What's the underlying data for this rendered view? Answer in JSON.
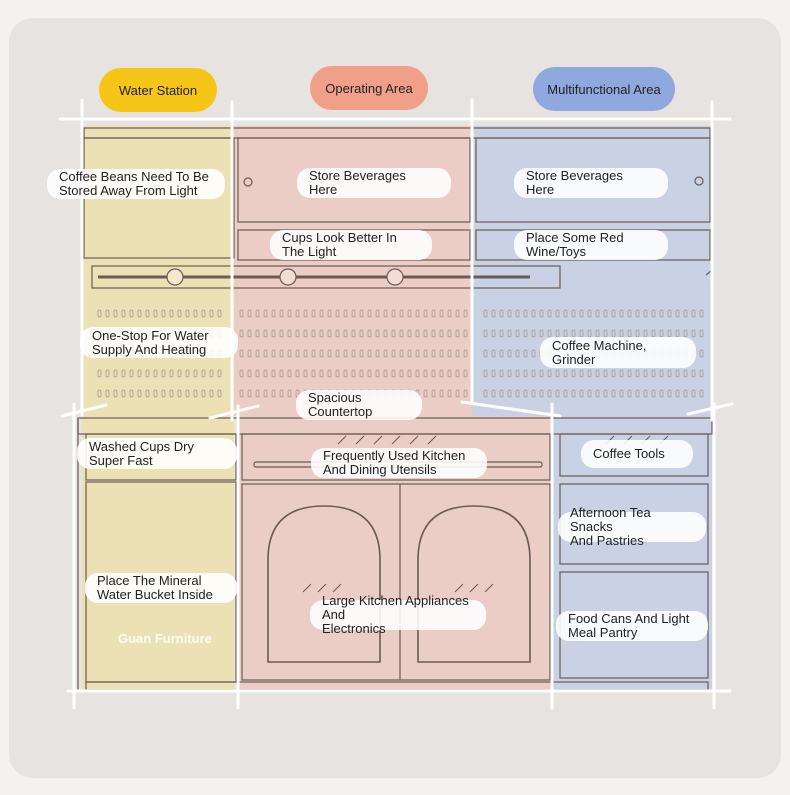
{
  "zones": {
    "water_station": {
      "title": "Water Station",
      "color": "#f5c518"
    },
    "operating_area": {
      "title": "Operating Area",
      "color": "#f0a088"
    },
    "multifunctional_area": {
      "title": "Multifunctional Area",
      "color": "#8fa8de"
    }
  },
  "labels": {
    "coffee_beans": "Coffee Beans Need To Be\nStored Away From Light",
    "store_beverages_mid": "Store Beverages\nHere",
    "store_beverages_right": "Store Beverages\nHere",
    "cups_look_better": "Cups Look Better In\nThe Light",
    "red_wine": "Place Some Red\nWine/Toys",
    "one_stop_water": "One-Stop For Water\nSupply And Heating",
    "coffee_machine": "Coffee Machine,\nGrinder",
    "spacious_countertop": "Spacious\nCountertop",
    "washed_cups": "Washed Cups Dry\nSuper Fast",
    "kitchen_utensils": "Frequently Used Kitchen\nAnd Dining Utensils",
    "coffee_tools": "Coffee Tools",
    "tea_snacks": "Afternoon Tea Snacks\nAnd Pastries",
    "mineral_water": "Place The Mineral\nWater Bucket Inside",
    "kitchen_appliances": "Large Kitchen Appliances And\nElectronics",
    "food_cans": "Food Cans And Light\nMeal Pantry"
  },
  "watermark": "Guan Furniture"
}
